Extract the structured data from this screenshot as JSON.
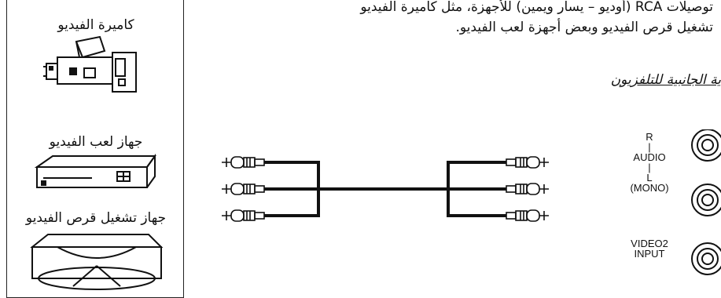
{
  "intro": {
    "line1": "توصيلات RCA (أوديو – يسار ويمين) للأجهزة، مثل كاميرة الفيديو",
    "line2": "تشغيل قرص الفيديو وبعض أجهزة لعب الفيديو."
  },
  "section_title": "ية الجانبية للتلفزيون",
  "devices": [
    {
      "label": "كاميرة الفيديو",
      "icon": "video-camera-icon"
    },
    {
      "label": "جهاز لعب الفيديو",
      "icon": "video-game-console-icon"
    },
    {
      "label": "جهاز تشغيل قرص الفيديو",
      "icon": "dvd-player-icon"
    }
  ],
  "cable_icon": "rca-cable-icon",
  "tv_panel": {
    "audio_r": "R",
    "audio_word": "AUDIO",
    "audio_l": "L",
    "mono": "(MONO)",
    "video": "VIDEO2",
    "input": "INPUT"
  }
}
